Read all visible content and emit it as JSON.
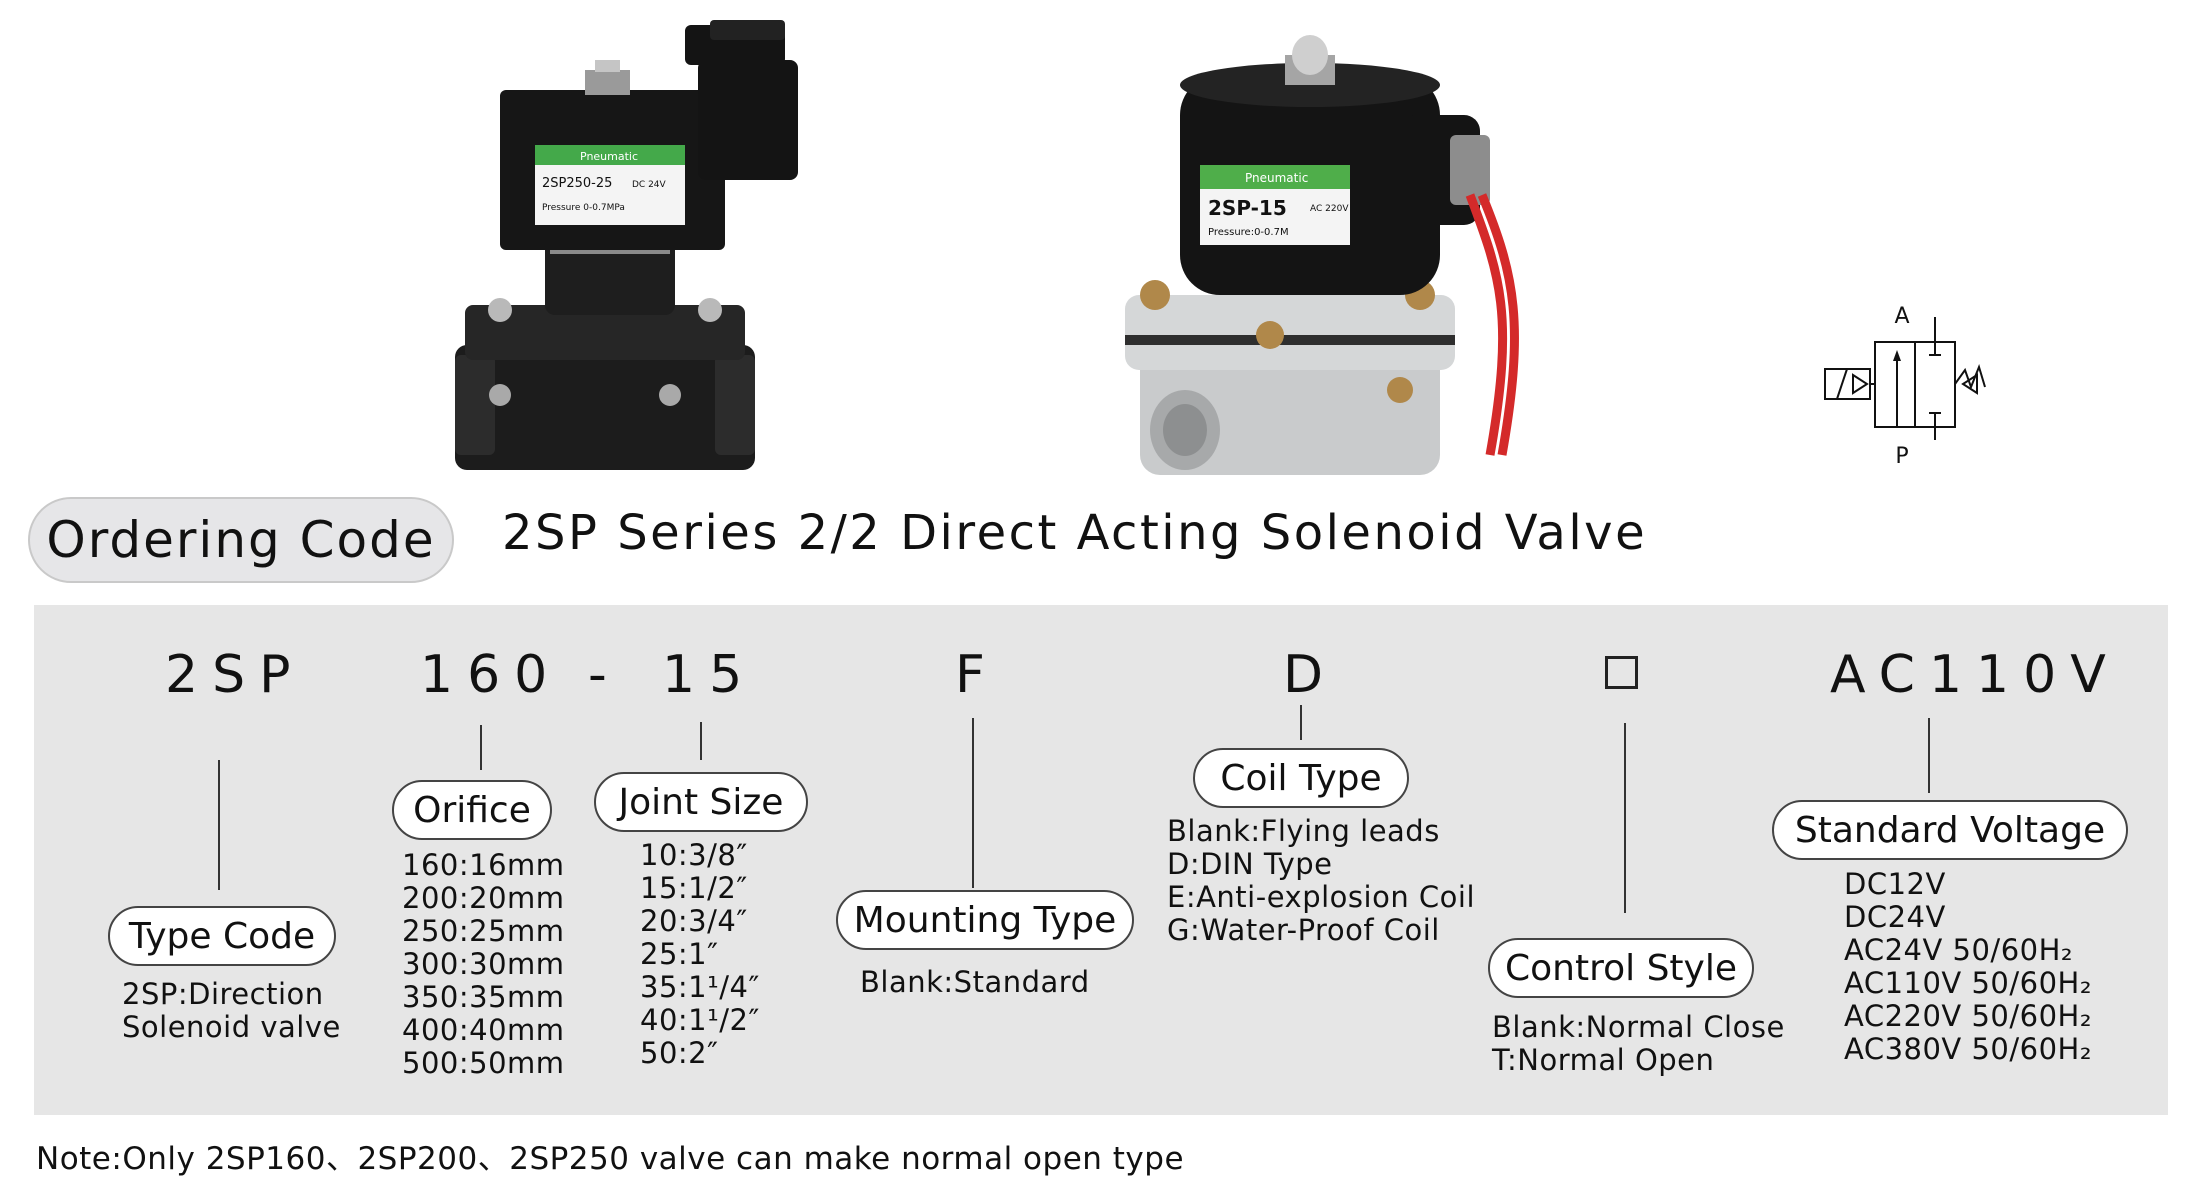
{
  "header": {
    "ordering_code_label": "Ordering Code",
    "series_title": "2SP Series 2/2 Direct Acting Solenoid Valve"
  },
  "photos": {
    "black_valve_label": {
      "line1": "2SP250-25",
      "voltage": "DC 24V",
      "pressure": "Pressure 0-0.7MPa"
    },
    "grey_valve_label": {
      "line1": "2SP-15",
      "voltage": "AC 220V",
      "pressure": "Pressure:0-0.7M"
    },
    "label_brand": "Pneumatic"
  },
  "symbol": {
    "port_a": "A",
    "port_p": "P"
  },
  "code": {
    "type": "2SP",
    "orifice": "160",
    "dash": "-",
    "joint": "15",
    "mounting": "F",
    "coil": "D",
    "control": "",
    "voltage": "AC110V"
  },
  "sections": {
    "type_code": {
      "label": "Type  Code",
      "items": [
        "2SP:Direction",
        "Solenoid valve"
      ]
    },
    "orifice": {
      "label": "Orifice",
      "items": [
        "160:16mm",
        "200:20mm",
        "250:25mm",
        "300:30mm",
        "350:35mm",
        "400:40mm",
        "500:50mm"
      ]
    },
    "joint_size": {
      "label": "Joint Size",
      "items": [
        "10:3/8″",
        "15:1/2″",
        "20:3/4″",
        "25:1″",
        "35:1¹/4″",
        "40:1¹/2″",
        "50:2″"
      ]
    },
    "mounting_type": {
      "label": "Mounting  Type",
      "items": [
        "Blank:Standard"
      ]
    },
    "coil_type": {
      "label": "Coil  Type",
      "items": [
        "Blank:Flying leads",
        "D:DIN Type",
        "E:Anti-explosion Coil",
        "G:Water-Proof Coil"
      ]
    },
    "control_style": {
      "label": "Control  Style",
      "items": [
        "Blank:Normal Close",
        "T:Normal Open"
      ]
    },
    "standard_voltage": {
      "label": "Standard Voltage",
      "items": [
        "DC12V",
        "DC24V",
        "AC24V 50/60H₂",
        "AC110V 50/60H₂",
        "AC220V 50/60H₂",
        "AC380V 50/60H₂"
      ]
    }
  },
  "note": "Note:Only 2SP160、2SP200、2SP250 valve can make normal open type"
}
